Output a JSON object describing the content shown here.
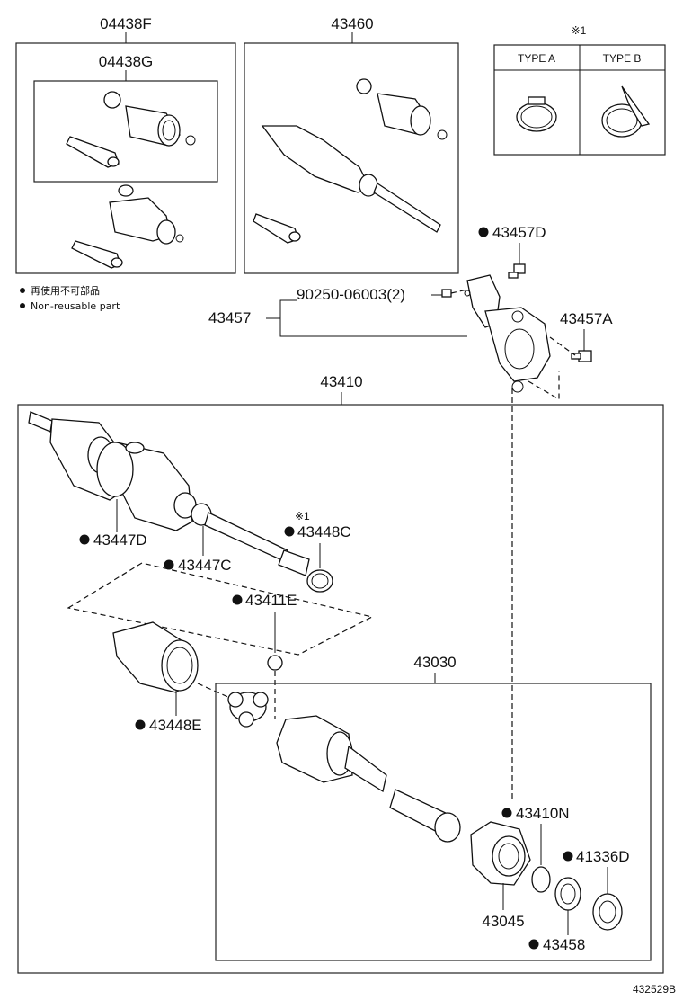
{
  "labels": {
    "p04438F": "04438F",
    "p04438G": "04438G",
    "p43460": "43460",
    "p43457D": "43457D",
    "p90250": "90250-06003(2)",
    "p43457": "43457",
    "p43457A": "43457A",
    "p43410": "43410",
    "p43447D": "43447D",
    "p43447C": "43447C",
    "p43448C": "43448C",
    "p43411E": "43411E",
    "p43448E": "43448E",
    "p43030": "43030",
    "p43410N": "43410N",
    "p41336D": "41336D",
    "p43045": "43045",
    "p43458": "43458",
    "note_mark": "※1",
    "note_mark2": "※1"
  },
  "type_table": {
    "mark": "※1",
    "type_a": "TYPE A",
    "type_b": "TYPE B"
  },
  "legend": {
    "jp": "再使用不可部品",
    "en": "Non-reusable part"
  },
  "figure_code": "432529B"
}
